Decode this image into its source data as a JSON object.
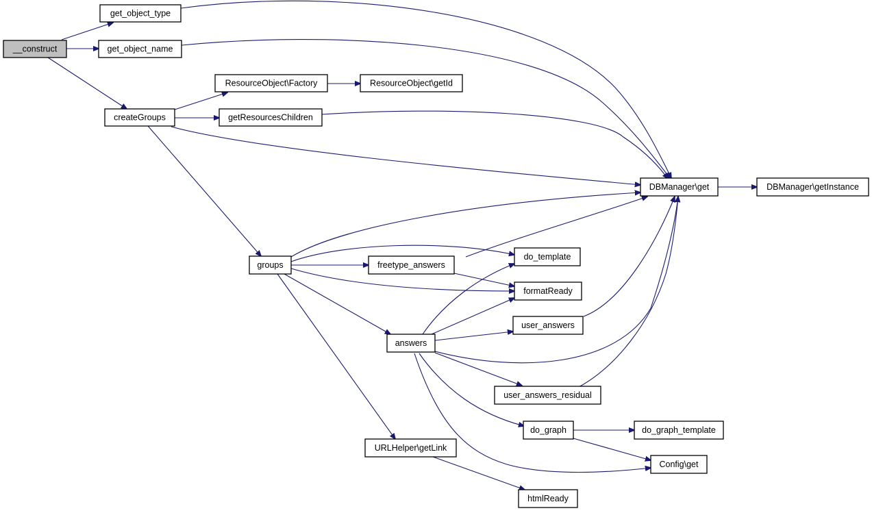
{
  "nodes": {
    "construct": "__construct",
    "get_object_type": "get_object_type",
    "get_object_name": "get_object_name",
    "createGroups": "createGroups",
    "factory": "ResourceObject\\Factory",
    "getId": "ResourceObject\\getId",
    "getResourcesChildren": "getResourcesChildren",
    "dbget": "DBManager\\get",
    "getInstance": "DBManager\\getInstance",
    "groups": "groups",
    "freetype_answers": "freetype_answers",
    "do_template": "do_template",
    "formatReady": "formatReady",
    "user_answers": "user_answers",
    "answers": "answers",
    "user_answers_residual": "user_answers_residual",
    "do_graph": "do_graph",
    "do_graph_template": "do_graph_template",
    "config_get": "Config\\get",
    "getLink": "URLHelper\\getLink",
    "htmlReady": "htmlReady"
  },
  "colors": {
    "edge": "#191970",
    "root_fill": "#bfbfbf"
  }
}
